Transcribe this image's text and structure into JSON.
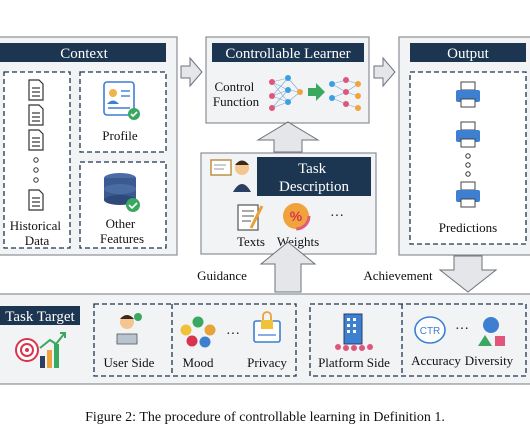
{
  "context": {
    "title": "Context",
    "historical_data": [
      "Historical",
      "Data"
    ],
    "profile": "Profile",
    "other_features": [
      "Other",
      "Features"
    ]
  },
  "learner": {
    "title": "Controllable Learner",
    "control_function": [
      "Control",
      "Function"
    ]
  },
  "output": {
    "title": "Output",
    "predictions": "Predictions"
  },
  "task_description": {
    "title": [
      "Task",
      "Description"
    ],
    "texts": "Texts",
    "weights": "Weights",
    "ellipsis": "···"
  },
  "flows": {
    "guidance": "Guidance",
    "achievement": "Achievement"
  },
  "task_target": {
    "title": "Task Target",
    "user_side": "User Side",
    "mood": "Mood",
    "privacy": "Privacy",
    "platform_side": "Platform Side",
    "accuracy": "Accuracy",
    "diversity": "Diversity",
    "ellipsis": "···",
    "ctr_label": "CTR"
  },
  "caption": "Figure 2: The procedure of controllable learning in Definition 1.",
  "colors": {
    "header_fill": "#1c3550",
    "panel_fill": "#f2f3f5",
    "panel_stroke": "#8a8f96",
    "arrow_fill": "#e4e6e9",
    "arrow_stroke": "#6e7378",
    "icon_blue": "#3d7fd1",
    "icon_green": "#3aa860"
  }
}
